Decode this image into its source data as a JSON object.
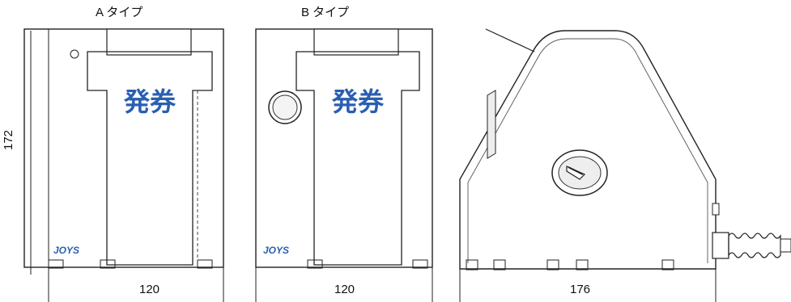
{
  "titles": {
    "type_a": "A タイプ",
    "type_b": "B タイプ"
  },
  "dimensions": {
    "width_a": "120",
    "width_b": "120",
    "depth": "176",
    "height": "172"
  },
  "panel_text": {
    "sign_a": "発券",
    "sign_b": "発券",
    "brand_a": "JOYS",
    "brand_b": "JOYS"
  },
  "colors": {
    "outline": "#222222",
    "accent": "#2a5fb0",
    "shade": "#eeeeee"
  }
}
